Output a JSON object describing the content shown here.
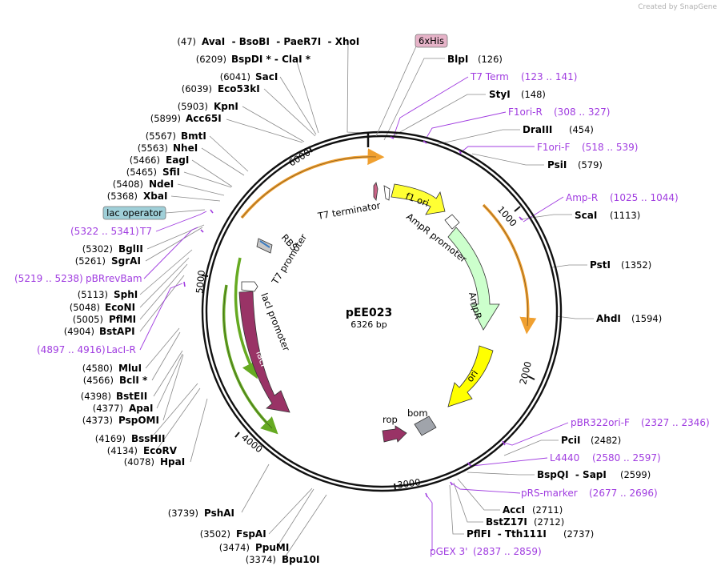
{
  "watermark": "Created by SnapGene",
  "plasmid": {
    "name": "pEE023",
    "length_text": "6326 bp"
  },
  "ticks": [
    "1000",
    "2000",
    "3000",
    "4000",
    "5000",
    "6000"
  ],
  "sites_left": [
    {
      "pos": "(47)",
      "name": "AvaI  - BsoBI  - PaeR7I  - XhoI"
    },
    {
      "pos": "(6209)",
      "name": "BspDI * - ClaI *"
    },
    {
      "pos": "(6041)",
      "name": "SacI"
    },
    {
      "pos": "(6039)",
      "name": "Eco53kI"
    },
    {
      "pos": "(5903)",
      "name": "KpnI"
    },
    {
      "pos": "(5899)",
      "name": "Acc65I"
    },
    {
      "pos": "(5567)",
      "name": "BmtI"
    },
    {
      "pos": "(5563)",
      "name": "NheI"
    },
    {
      "pos": "(5466)",
      "name": "EagI"
    },
    {
      "pos": "(5465)",
      "name": "SfiI"
    },
    {
      "pos": "(5408)",
      "name": "NdeI"
    },
    {
      "pos": "(5368)",
      "name": "XbaI"
    },
    {
      "pos": "(5302)",
      "name": "BglII"
    },
    {
      "pos": "(5261)",
      "name": "SgrAI"
    },
    {
      "pos": "(5113)",
      "name": "SphI"
    },
    {
      "pos": "(5048)",
      "name": "EcoNI"
    },
    {
      "pos": "(5005)",
      "name": "PflMI"
    },
    {
      "pos": "(4904)",
      "name": "BstAPI"
    },
    {
      "pos": "(4580)",
      "name": "MluI"
    },
    {
      "pos": "(4566)",
      "name": "BclI *"
    },
    {
      "pos": "(4398)",
      "name": "BstEII"
    },
    {
      "pos": "(4377)",
      "name": "ApaI"
    },
    {
      "pos": "(4373)",
      "name": "PspOMI"
    },
    {
      "pos": "(4169)",
      "name": "BssHII"
    },
    {
      "pos": "(4134)",
      "name": "EcoRV"
    },
    {
      "pos": "(4078)",
      "name": "HpaI"
    },
    {
      "pos": "(3739)",
      "name": "PshAI"
    },
    {
      "pos": "(3502)",
      "name": "FspAI"
    },
    {
      "pos": "(3474)",
      "name": "PpuMI"
    },
    {
      "pos": "(3374)",
      "name": "Bpu10I"
    }
  ],
  "sites_right": [
    {
      "name": "BlpI",
      "pos": "(126)"
    },
    {
      "name": "StyI",
      "pos": "(148)"
    },
    {
      "name": "DraIII",
      "pos": "(454)"
    },
    {
      "name": "PsiI",
      "pos": "(579)"
    },
    {
      "name": "ScaI",
      "pos": "(1113)"
    },
    {
      "name": "PstI",
      "pos": "(1352)"
    },
    {
      "name": "AhdI",
      "pos": "(1594)"
    },
    {
      "name": "PciI",
      "pos": "(2482)"
    },
    {
      "name": "BspQI  - SapI",
      "pos": "(2599)"
    },
    {
      "name": "AccI",
      "pos": "(2711)"
    },
    {
      "name": "BstZ17I",
      "pos": "(2712)"
    },
    {
      "name": "PflFI  - Tth111I",
      "pos": "(2737)"
    }
  ],
  "primers": [
    {
      "name": "T7 Term",
      "range": "(123 .. 141)"
    },
    {
      "name": "F1ori-R",
      "range": "(308 .. 327)"
    },
    {
      "name": "F1ori-F",
      "range": "(518 .. 539)"
    },
    {
      "name": "Amp-R",
      "range": "(1025 .. 1044)"
    },
    {
      "name": "pBR322ori-F",
      "range": "(2327 .. 2346)"
    },
    {
      "name": "L4440",
      "range": "(2580 .. 2597)"
    },
    {
      "name": "pRS-marker",
      "range": "(2677 .. 2696)"
    },
    {
      "name": "pGEX 3'",
      "range": "(2837 .. 2859)"
    },
    {
      "name": "T7",
      "range": "(5322 .. 5341)"
    },
    {
      "name": "pBRrevBam",
      "range": "(5219 .. 5238)"
    },
    {
      "name": "LacI-R",
      "range": "(4897 .. 4916)"
    }
  ],
  "boxed_features": {
    "his_tag": "6xHis",
    "lac_operator": "lac operator"
  },
  "features": {
    "t7_terminator": "T7 terminator",
    "f1_ori": "f1 ori",
    "ampr_promoter": "AmpR promoter",
    "ampr": "AmpR",
    "ori": "ori",
    "rop": "rop",
    "bom": "bom",
    "laci": "lacI",
    "laci_promoter": "lacI promoter",
    "rbs": "RBS",
    "t7_promoter": "T7 promoter"
  },
  "colors": {
    "f1_ori": "#ffff33",
    "ampr": "#ccffcc",
    "ori": "#ffff00",
    "laci": "#993366",
    "rop": "#993366",
    "bom": "#a0a4ab",
    "primer": "#a03ce0",
    "orange_arc": "#f0a030",
    "green_arc": "#66aa22",
    "his_box": "#e6b3c8",
    "lac_box": "#9fcfd8"
  }
}
